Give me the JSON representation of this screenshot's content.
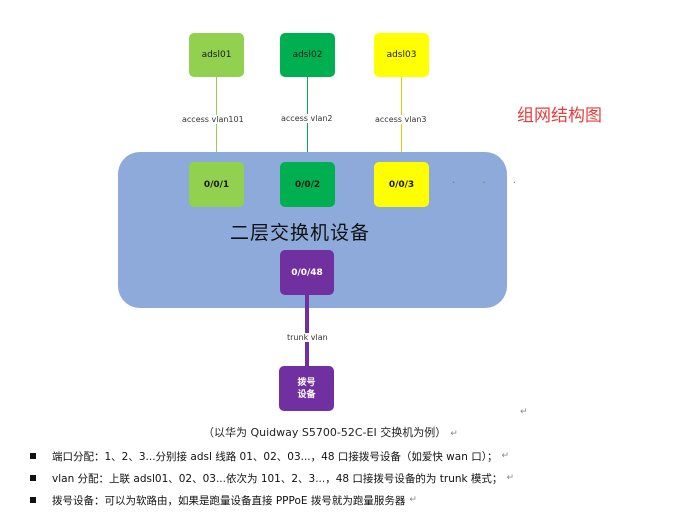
{
  "title": "组网结构图",
  "adsl_nodes": [
    {
      "label": "adsl01",
      "color": "#92d050",
      "vlan": "access vlan101",
      "port": "0/0/1"
    },
    {
      "label": "adsl02",
      "color": "#00b050",
      "vlan": "access vlan2",
      "port": "0/0/2"
    },
    {
      "label": "adsl03",
      "color": "#ffff00",
      "vlan": "access vlan3",
      "port": "0/0/3"
    }
  ],
  "switch": {
    "label": "二层交换机设备",
    "uplink_port": "0/0/48",
    "dots": "· · ·"
  },
  "trunk_label": "trunk vlan",
  "dial_device": {
    "line1": "拨号",
    "line2": "设备"
  },
  "caption": "（以华为 Quidway S5700-52C-EI 交换机为例）",
  "paragraph_mark": "↵",
  "bullets": [
    "端口分配：1、2、3...分别接 adsl 线路 01、02、03...，48 口接拨号设备（如爱快 wan 口）；",
    "vlan 分配：上联 adsl01、02、03...依次为 101、2、3...，48 口接拨号设备的为 trunk 模式；",
    "拨号设备：可以为软路由，如果是跑量设备直接 PPPoE 拨号就为跑量服务器"
  ],
  "colors": {
    "switch": "#8eaadb",
    "purple": "#7030a0",
    "title_red": "#e83c3c"
  }
}
